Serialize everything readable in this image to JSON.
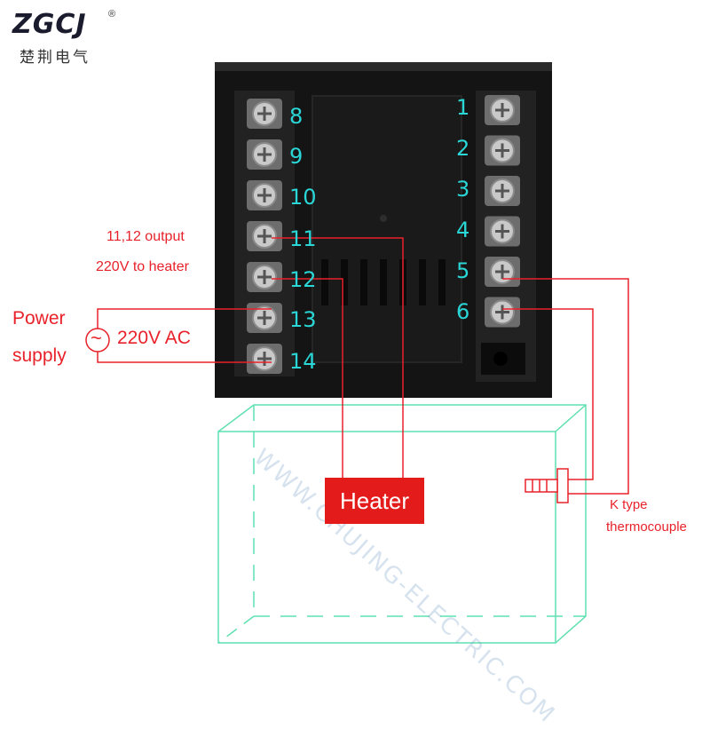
{
  "logo": {
    "brand": "ZGCJ",
    "sub": "楚荆电气",
    "mark": "®"
  },
  "watermark": "WWW.CHUJING-ELECTRIC.COM",
  "terminals": {
    "left": [
      "8",
      "9",
      "10",
      "11",
      "12",
      "13",
      "14"
    ],
    "right": [
      "1",
      "2",
      "3",
      "4",
      "5",
      "6"
    ]
  },
  "labels": {
    "output_line1": "11,12 output",
    "output_line2": "220V to heater",
    "power_line1": "Power",
    "power_line2": "supply",
    "ac_symbol": "~",
    "ac_voltage": "220V AC",
    "heater": "Heater",
    "thermo_line1": "K type",
    "thermo_line2": "thermocouple"
  },
  "colors": {
    "terminal_label": "#2ad6d6",
    "wiring": "#e8222a",
    "tank_outline": "#5fe0b0",
    "device_body": "#141414",
    "heater_fill": "#e31b1b"
  }
}
